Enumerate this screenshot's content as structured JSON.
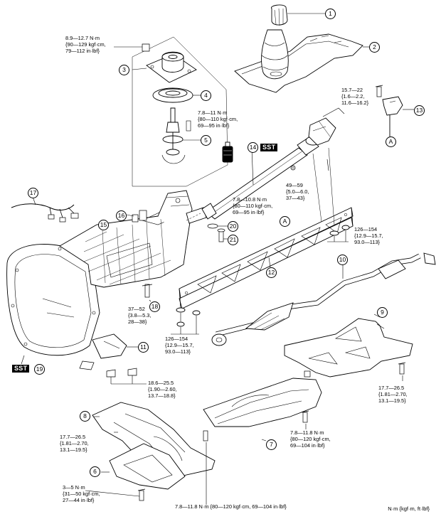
{
  "callouts": [
    "1",
    "2",
    "3",
    "4",
    "5",
    "10",
    "9",
    "11",
    "12",
    "13",
    "14",
    "15",
    "16",
    "17",
    "18",
    "19",
    "20",
    "21",
    "6",
    "7",
    "8"
  ],
  "ref_letter": "A",
  "sst_label": "SST",
  "unit_note": "N·m {kgf·m, ft·lbf}",
  "torques": {
    "t3": [
      "8.9—12.7 N·m",
      "{90—129 kgf·cm,",
      "79—112 in·lbf}"
    ],
    "t5": [
      "7.8—11 N·m",
      "{80—110 kgf·cm,",
      "69—95 in·lbf}"
    ],
    "t13": [
      "15.7—22",
      "{1.6—2.2,",
      "11.6—16.2}"
    ],
    "t14": [
      "49—59",
      "{5.0—6.0,",
      "37—43}"
    ],
    "t_prop": [
      "7.8—10.8 N·m",
      "{80—110 kgf·cm,",
      "69—95 in·lbf}"
    ],
    "t12r": [
      "126—154",
      "{12.9—15.7,",
      "93.0—113}"
    ],
    "t18": [
      "37—52",
      "{3.8—5.3,",
      "28—38}"
    ],
    "t12l": [
      "126—154",
      "{12.9—15.7,",
      "93.0—113}"
    ],
    "t11": [
      "18.6—25.5",
      "{1.90—2.60,",
      "13.7—18.8}"
    ],
    "t9": [
      "17.7—26.5",
      "{1.81—2.70,",
      "13.1—19.5}"
    ],
    "t7": [
      "7.8—11.8 N·m",
      "{80—120 kgf·cm,",
      "69—104 in·lbf}"
    ],
    "t8": [
      "17.7—26.5",
      "{1.81—2.70,",
      "13.1—19.5}"
    ],
    "t6": [
      "3—5 N·m",
      "{31—50 kgf·cm,",
      "27—44 in·lbf}"
    ],
    "t_bottom": "7.8—11.8 N·m {80—120 kgf·cm, 69—104 in·lbf}"
  }
}
